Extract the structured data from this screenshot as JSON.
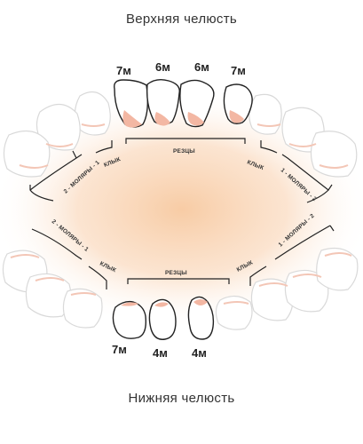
{
  "titles": {
    "upper": "Верхняя челюсть",
    "lower": "Нижняя челюсть"
  },
  "upper_ages": [
    "7м",
    "6м",
    "6м",
    "7м"
  ],
  "lower_ages": [
    "7м",
    "4м",
    "4м"
  ],
  "labels": {
    "incisors": "РЕЗЦЫ",
    "canine": "КЛЫК",
    "molars_upper_left": "2 - МОЛЯРЫ - 1",
    "molars_upper_right": "1 - МОЛЯРЫ - 2",
    "molars_lower_left": "2 - МОЛЯРЫ - 1",
    "molars_lower_right": "1 - МОЛЯРЫ - 2"
  },
  "colors": {
    "glow": "#f7c9a0",
    "gum": "#f3b7a3",
    "tooth_outline": "#222222",
    "tooth_faded": "#dddddd"
  }
}
